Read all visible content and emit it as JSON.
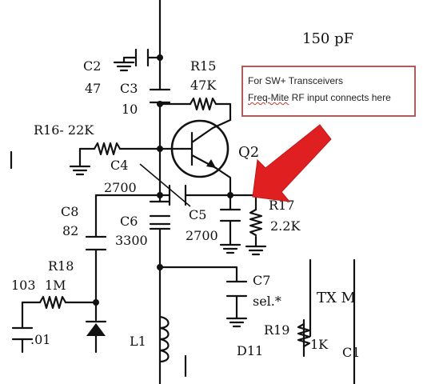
{
  "annotation": {
    "line1": "For SW+ Transceivers",
    "line2_word": "Freq-Mite",
    "line2_rest": " RF input connects here",
    "arrow_color": "#e02020",
    "box_border_color": "#b05a5a"
  },
  "labels": {
    "top_value": "150 pF",
    "c2": "C2",
    "c2_val": "47",
    "c3": "C3",
    "c3_val": "10",
    "r15": "R15",
    "r15_val": "47K",
    "r16": "R16- 22K",
    "c4": "C4",
    "c4_val": "2700",
    "q2": "Q2",
    "c8": "C8",
    "c8_val": "82",
    "c6": "C6",
    "c6_val": "3300",
    "c5": "C5",
    "c5_val": "2700",
    "r17": "R17",
    "r17_val": "2.2K",
    "r18": "R18",
    "r18_val": "1M",
    "val_103": "103",
    "val_01": ".01",
    "c7": "C7",
    "c7_val": "sel.*",
    "tx": "TX M",
    "r19": "R19",
    "r19_val": "1K",
    "l1": "L1",
    "d11": "D11",
    "c_partial": "C1"
  }
}
